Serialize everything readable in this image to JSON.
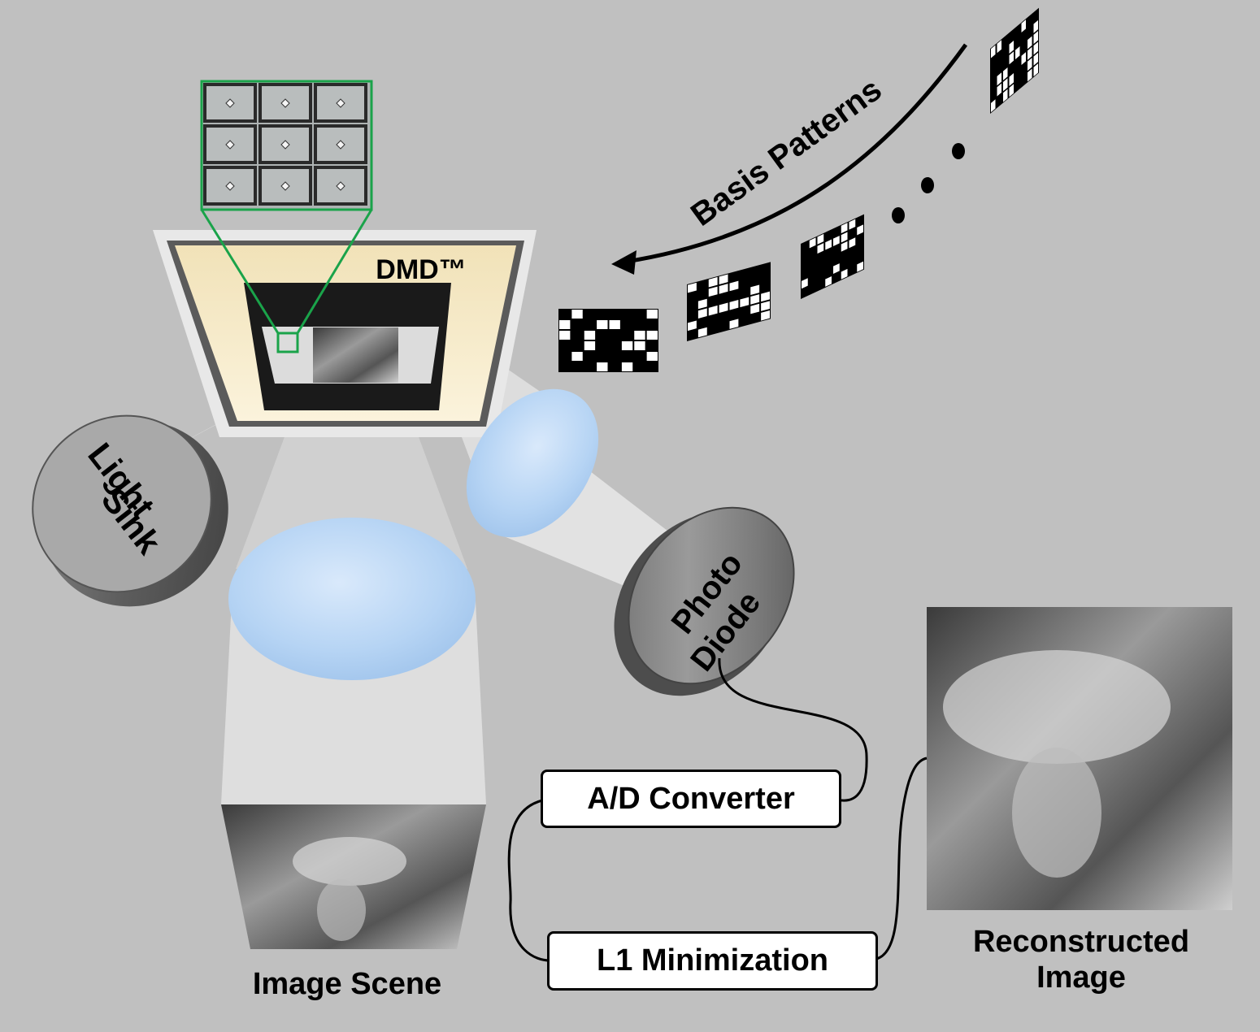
{
  "dmd": {
    "label": "DMD™"
  },
  "light_sink": {
    "line1": "Light",
    "line2": "Sink"
  },
  "photo_diode": {
    "line1": "Photo",
    "line2": "Diode"
  },
  "basis_patterns": {
    "label": "Basis Patterns"
  },
  "ad_converter": {
    "label": "A/D Converter"
  },
  "l1_minimization": {
    "label": "L1 Minimization"
  },
  "image_scene": {
    "label": "Image Scene"
  },
  "reconstructed_image": {
    "line1": "Reconstructed",
    "line2": "Image"
  },
  "colors": {
    "background": "#c0c0c0",
    "lens": "#b6d4f4",
    "zoom_frame": "#1aa34a",
    "dmd_body": "#f3e6c2",
    "beam": "#e4e4e4"
  }
}
